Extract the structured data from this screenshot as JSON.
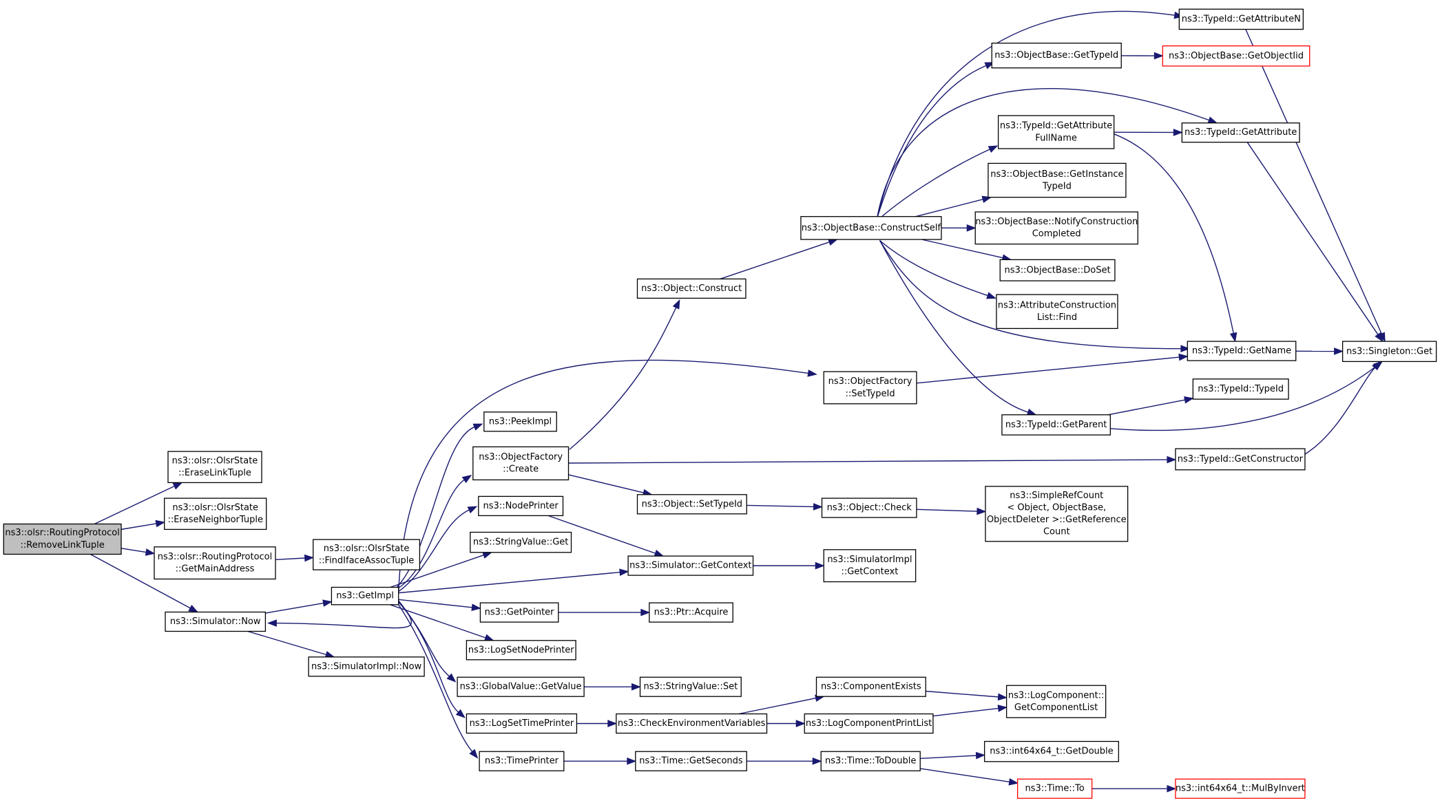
{
  "graph": {
    "nodes": [
      {
        "id": "root",
        "lines": [
          "ns3::olsr::RoutingProtocol",
          "::RemoveLinkTuple"
        ],
        "kind": "root"
      },
      {
        "id": "eraseLink",
        "lines": [
          "ns3::olsr::OlsrState",
          "::EraseLinkTuple"
        ]
      },
      {
        "id": "eraseNeighbor",
        "lines": [
          "ns3::olsr::OlsrState",
          "::EraseNeighborTuple"
        ]
      },
      {
        "id": "getMainAddr",
        "lines": [
          "ns3::olsr::RoutingProtocol",
          "::GetMainAddress"
        ]
      },
      {
        "id": "findIface",
        "lines": [
          "ns3::olsr::OlsrState",
          "::FindIfaceAssocTuple"
        ]
      },
      {
        "id": "simNow",
        "lines": [
          "ns3::Simulator::Now"
        ]
      },
      {
        "id": "simImplNow",
        "lines": [
          "ns3::SimulatorImpl::Now"
        ]
      },
      {
        "id": "getImpl",
        "lines": [
          "ns3::GetImpl"
        ]
      },
      {
        "id": "peekImpl",
        "lines": [
          "ns3::PeekImpl"
        ]
      },
      {
        "id": "objFactCreate",
        "lines": [
          "ns3::ObjectFactory",
          "::Create"
        ]
      },
      {
        "id": "nodePrinter",
        "lines": [
          "ns3::NodePrinter"
        ]
      },
      {
        "id": "strValGet",
        "lines": [
          "ns3::StringValue::Get"
        ]
      },
      {
        "id": "getPointer",
        "lines": [
          "ns3::GetPointer"
        ]
      },
      {
        "id": "logSetNodePrinter",
        "lines": [
          "ns3::LogSetNodePrinter"
        ]
      },
      {
        "id": "globalValGet",
        "lines": [
          "ns3::GlobalValue::GetValue"
        ]
      },
      {
        "id": "logSetTimePrinter",
        "lines": [
          "ns3::LogSetTimePrinter"
        ]
      },
      {
        "id": "timePrinter",
        "lines": [
          "ns3::TimePrinter"
        ]
      },
      {
        "id": "objConstruct",
        "lines": [
          "ns3::Object::Construct"
        ]
      },
      {
        "id": "objSetTypeId",
        "lines": [
          "ns3::Object::SetTypeId"
        ]
      },
      {
        "id": "simGetContext",
        "lines": [
          "ns3::Simulator::GetContext"
        ]
      },
      {
        "id": "ptrAcquire",
        "lines": [
          "ns3::Ptr::Acquire"
        ]
      },
      {
        "id": "strValSet",
        "lines": [
          "ns3::StringValue::Set"
        ]
      },
      {
        "id": "checkEnv",
        "lines": [
          "ns3::CheckEnvironmentVariables"
        ]
      },
      {
        "id": "timeGetSeconds",
        "lines": [
          "ns3::Time::GetSeconds"
        ]
      },
      {
        "id": "objBaseConstructSelf",
        "lines": [
          "ns3::ObjectBase::ConstructSelf"
        ]
      },
      {
        "id": "objFactSetTypeId",
        "lines": [
          "ns3::ObjectFactory",
          "::SetTypeId"
        ]
      },
      {
        "id": "objCheck",
        "lines": [
          "ns3::Object::Check"
        ]
      },
      {
        "id": "simImplGetContext",
        "lines": [
          "ns3::SimulatorImpl",
          "::GetContext"
        ]
      },
      {
        "id": "compExists",
        "lines": [
          "ns3::ComponentExists"
        ]
      },
      {
        "id": "logCompPrintList",
        "lines": [
          "ns3::LogComponentPrintList"
        ]
      },
      {
        "id": "timeToDouble",
        "lines": [
          "ns3::Time::ToDouble"
        ]
      },
      {
        "id": "objBaseGetTypeId",
        "lines": [
          "ns3::ObjectBase::GetTypeId"
        ]
      },
      {
        "id": "typeIdGetAttrFullName",
        "lines": [
          "ns3::TypeId::GetAttribute",
          "FullName"
        ]
      },
      {
        "id": "objBaseGetInstTypeId",
        "lines": [
          "ns3::ObjectBase::GetInstance",
          "TypeId"
        ]
      },
      {
        "id": "objBaseNotify",
        "lines": [
          "ns3::ObjectBase::NotifyConstruction",
          "Completed"
        ]
      },
      {
        "id": "objBaseDoSet",
        "lines": [
          "ns3::ObjectBase::DoSet"
        ]
      },
      {
        "id": "attrConstrFind",
        "lines": [
          "ns3::AttributeConstruction",
          "List::Find"
        ]
      },
      {
        "id": "typeIdGetParent",
        "lines": [
          "ns3::TypeId::GetParent"
        ]
      },
      {
        "id": "simpleRefCount",
        "lines": [
          "ns3::SimpleRefCount",
          "< Object, ObjectBase,",
          "ObjectDeleter >::GetReference",
          "Count"
        ]
      },
      {
        "id": "logCompGetList",
        "lines": [
          "ns3::LogComponent::",
          "GetComponentList"
        ]
      },
      {
        "id": "int64GetDouble",
        "lines": [
          "ns3::int64x64_t::GetDouble"
        ]
      },
      {
        "id": "timeTo",
        "lines": [
          "ns3::Time::To"
        ],
        "kind": "truncated"
      },
      {
        "id": "typeIdGetAttrN",
        "lines": [
          "ns3::TypeId::GetAttributeN"
        ]
      },
      {
        "id": "objBaseGetObjectIid",
        "lines": [
          "ns3::ObjectBase::GetObjectIid"
        ],
        "kind": "truncated"
      },
      {
        "id": "typeIdGetAttr",
        "lines": [
          "ns3::TypeId::GetAttribute"
        ]
      },
      {
        "id": "typeIdGetName",
        "lines": [
          "ns3::TypeId::GetName"
        ]
      },
      {
        "id": "typeIdTypeId",
        "lines": [
          "ns3::TypeId::TypeId"
        ]
      },
      {
        "id": "typeIdGetConstructor",
        "lines": [
          "ns3::TypeId::GetConstructor"
        ]
      },
      {
        "id": "int64MulByInvert",
        "lines": [
          "ns3::int64x64_t::MulByInvert"
        ],
        "kind": "truncated"
      },
      {
        "id": "singletonGet",
        "lines": [
          "ns3::Singleton::Get"
        ]
      }
    ],
    "edges": [
      [
        "root",
        "eraseLink"
      ],
      [
        "root",
        "eraseNeighbor"
      ],
      [
        "root",
        "getMainAddr"
      ],
      [
        "root",
        "simNow"
      ],
      [
        "getMainAddr",
        "findIface"
      ],
      [
        "simNow",
        "getImpl"
      ],
      [
        "simNow",
        "simImplNow"
      ],
      [
        "getImpl",
        "peekImpl"
      ],
      [
        "getImpl",
        "objFactCreate"
      ],
      [
        "getImpl",
        "nodePrinter"
      ],
      [
        "getImpl",
        "strValGet"
      ],
      [
        "getImpl",
        "simGetContext"
      ],
      [
        "getImpl",
        "getPointer"
      ],
      [
        "getImpl",
        "logSetNodePrinter"
      ],
      [
        "getImpl",
        "globalValGet"
      ],
      [
        "getImpl",
        "logSetTimePrinter"
      ],
      [
        "getImpl",
        "timePrinter"
      ],
      [
        "getImpl",
        "objFactSetTypeId"
      ],
      [
        "getImpl",
        "simNow"
      ],
      [
        "objFactCreate",
        "objConstruct"
      ],
      [
        "objFactCreate",
        "objSetTypeId"
      ],
      [
        "objFactCreate",
        "typeIdGetConstructor"
      ],
      [
        "nodePrinter",
        "simGetContext"
      ],
      [
        "getPointer",
        "ptrAcquire"
      ],
      [
        "globalValGet",
        "strValSet"
      ],
      [
        "logSetTimePrinter",
        "checkEnv"
      ],
      [
        "timePrinter",
        "timeGetSeconds"
      ],
      [
        "objConstruct",
        "objBaseConstructSelf"
      ],
      [
        "objSetTypeId",
        "objCheck"
      ],
      [
        "simGetContext",
        "simImplGetContext"
      ],
      [
        "checkEnv",
        "compExists"
      ],
      [
        "checkEnv",
        "logCompPrintList"
      ],
      [
        "timeGetSeconds",
        "timeToDouble"
      ],
      [
        "objBaseConstructSelf",
        "typeIdGetAttrN"
      ],
      [
        "objBaseConstructSelf",
        "objBaseGetTypeId"
      ],
      [
        "objBaseConstructSelf",
        "typeIdGetAttr"
      ],
      [
        "objBaseConstructSelf",
        "typeIdGetAttrFullName"
      ],
      [
        "objBaseConstructSelf",
        "objBaseGetInstTypeId"
      ],
      [
        "objBaseConstructSelf",
        "objBaseNotify"
      ],
      [
        "objBaseConstructSelf",
        "objBaseDoSet"
      ],
      [
        "objBaseConstructSelf",
        "attrConstrFind"
      ],
      [
        "objBaseConstructSelf",
        "typeIdGetName"
      ],
      [
        "objBaseConstructSelf",
        "typeIdGetParent"
      ],
      [
        "objFactSetTypeId",
        "typeIdGetName"
      ],
      [
        "objCheck",
        "simpleRefCount"
      ],
      [
        "compExists",
        "logCompGetList"
      ],
      [
        "logCompPrintList",
        "logCompGetList"
      ],
      [
        "timeToDouble",
        "int64GetDouble"
      ],
      [
        "timeToDouble",
        "timeTo"
      ],
      [
        "timeTo",
        "int64MulByInvert"
      ],
      [
        "objBaseGetTypeId",
        "objBaseGetObjectIid"
      ],
      [
        "typeIdGetAttrFullName",
        "typeIdGetAttr"
      ],
      [
        "typeIdGetAttrFullName",
        "typeIdGetName"
      ],
      [
        "typeIdGetParent",
        "typeIdTypeId"
      ],
      [
        "typeIdGetParent",
        "singletonGet"
      ],
      [
        "typeIdGetAttrN",
        "singletonGet"
      ],
      [
        "typeIdGetAttr",
        "singletonGet"
      ],
      [
        "typeIdGetName",
        "singletonGet"
      ],
      [
        "typeIdGetConstructor",
        "singletonGet"
      ]
    ]
  },
  "colors": {
    "edge": "#191970",
    "node_border": "#000000",
    "root_fill": "#bfbfbf",
    "truncated_border": "#ff0000"
  }
}
